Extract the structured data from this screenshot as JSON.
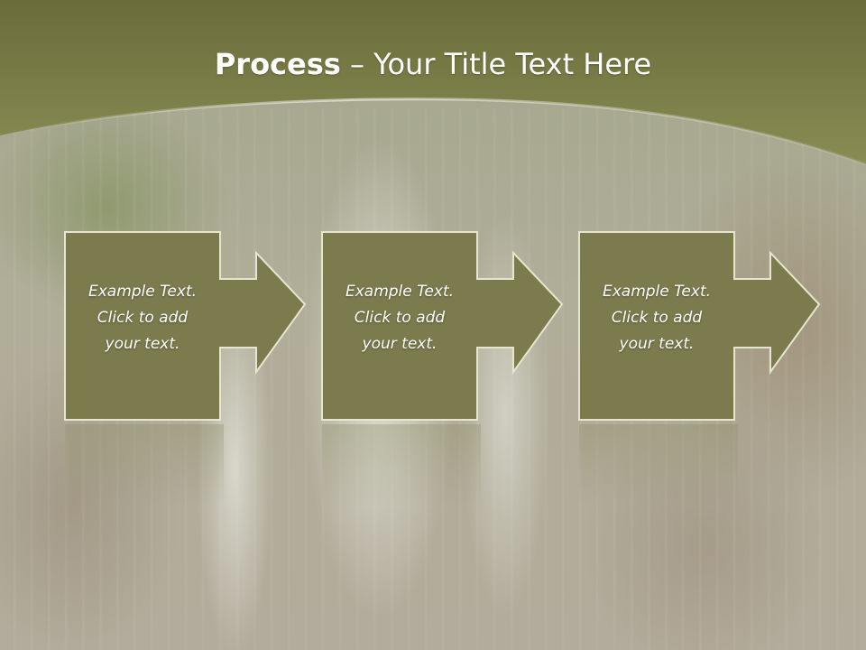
{
  "slide": {
    "title_bold": "Process",
    "title_rest": " – Your Title Text Here",
    "colors": {
      "header": "#7d7f47",
      "box_fill": "#7b7b4d",
      "box_border": "#e6e6d0"
    }
  },
  "steps": [
    {
      "line1": "Example Text.",
      "line2": "Click  to add",
      "line3": "your text."
    },
    {
      "line1": "Example Text.",
      "line2": "Click  to add",
      "line3": "your text."
    },
    {
      "line1": "Example Text.",
      "line2": "Click  to add",
      "line3": "your text."
    }
  ]
}
